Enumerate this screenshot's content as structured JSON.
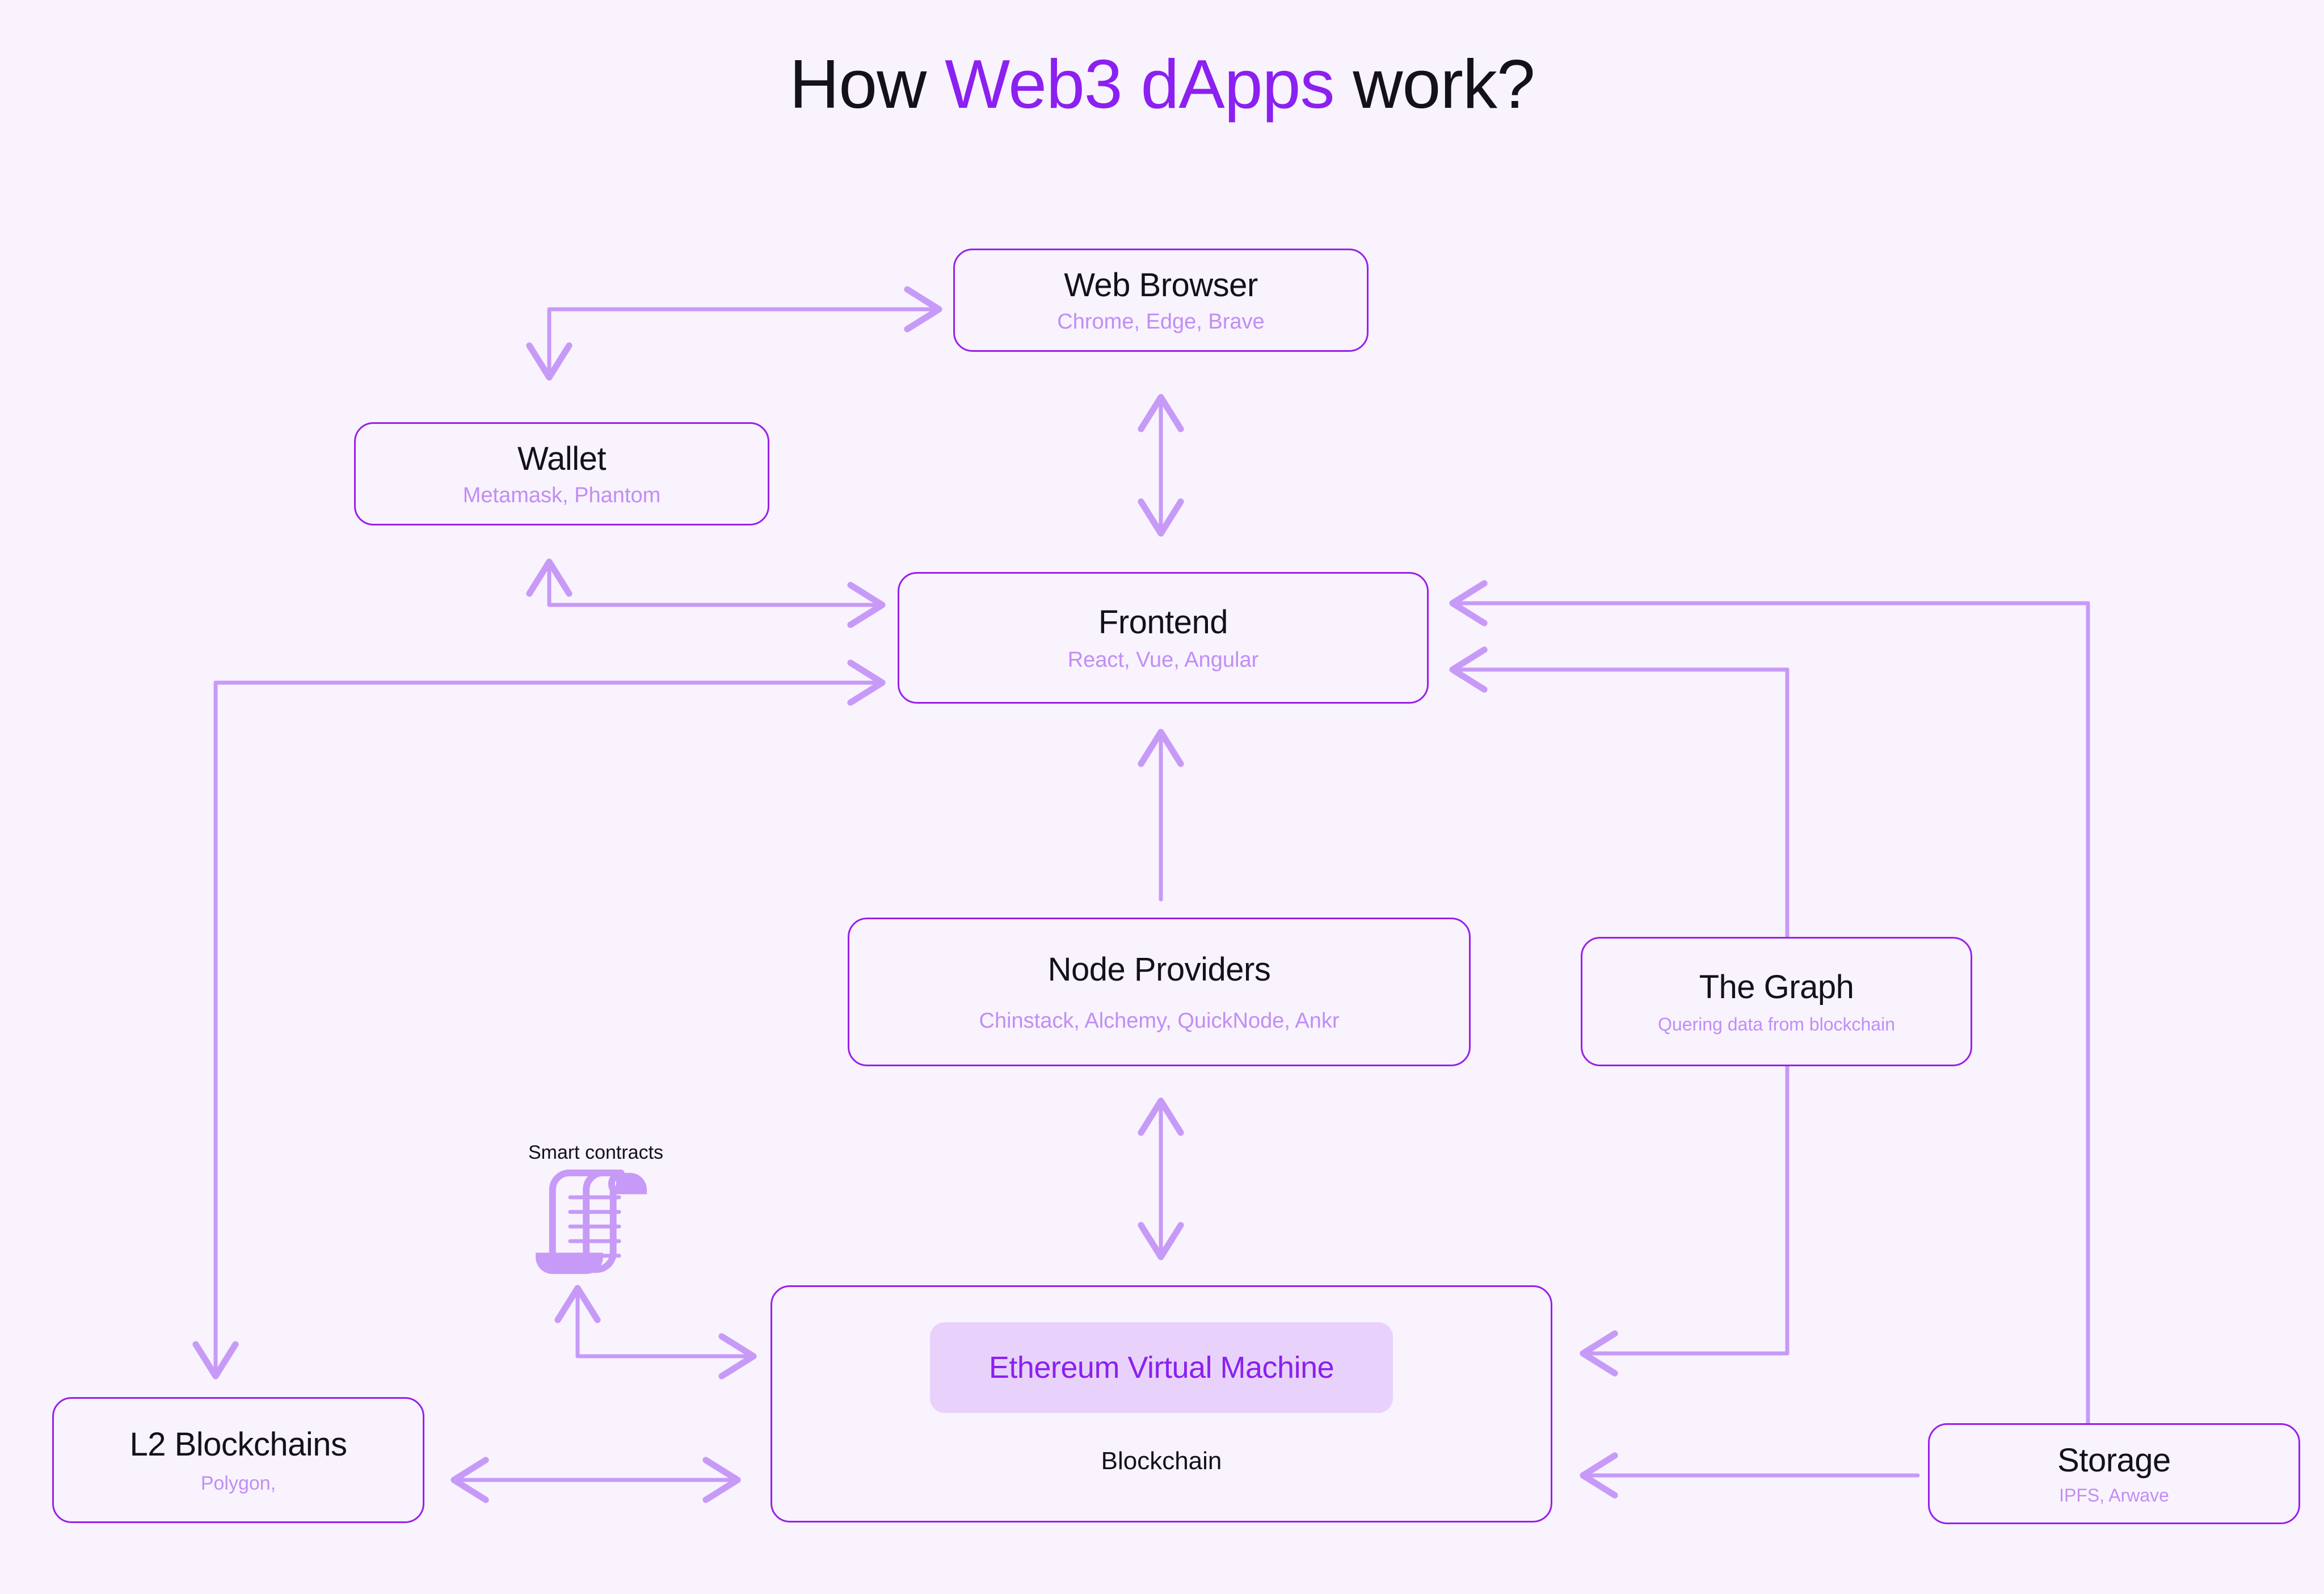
{
  "title": {
    "lead": "How ",
    "accent": "Web3 dApps",
    "tail": " work?"
  },
  "colors": {
    "background": "#f9f3fe",
    "accent": "#8b20f0",
    "box_border": "#9b1fe8",
    "connector": "#c79af7",
    "subtitle": "#c08ef5",
    "evm_fill": "#e8d2fb",
    "text": "#13111a"
  },
  "nodes": {
    "web_browser": {
      "title": "Web Browser",
      "subtitle": "Chrome, Edge, Brave"
    },
    "wallet": {
      "title": "Wallet",
      "subtitle": "Metamask, Phantom"
    },
    "frontend": {
      "title": "Frontend",
      "subtitle": "React, Vue, Angular"
    },
    "node_providers": {
      "title": "Node Providers",
      "subtitle": "Chinstack, Alchemy, QuickNode, Ankr"
    },
    "the_graph": {
      "title": "The Graph",
      "subtitle": "Quering data from blockchain"
    },
    "blockchain": {
      "title": "Ethereum Virtual Machine",
      "label": "Blockchain"
    },
    "l2": {
      "title": "L2 Blockchains",
      "subtitle": "Polygon,"
    },
    "storage": {
      "title": "Storage",
      "subtitle": "IPFS, Arwave"
    }
  },
  "smart_contracts": {
    "label": "Smart contracts",
    "icon": "scroll-document-icon"
  },
  "connectors": [
    {
      "name": "browser-to-wallet",
      "from": "web_browser",
      "to": "wallet",
      "style": "elbow",
      "heads": "both"
    },
    {
      "name": "browser-frontend",
      "from": "web_browser",
      "to": "frontend",
      "style": "vertical",
      "heads": "both"
    },
    {
      "name": "wallet-frontend",
      "from": "wallet",
      "to": "frontend",
      "style": "elbow",
      "heads": "both"
    },
    {
      "name": "frontend-to-l2",
      "from": "frontend",
      "to": "l2",
      "style": "elbow",
      "heads": "end"
    },
    {
      "name": "node-providers-to-frontend",
      "from": "node_providers",
      "to": "frontend",
      "style": "vertical",
      "heads": "end"
    },
    {
      "name": "node-providers-blockchain",
      "from": "node_providers",
      "to": "blockchain",
      "style": "vertical",
      "heads": "both"
    },
    {
      "name": "the-graph-to-frontend",
      "from": "the_graph",
      "to": "frontend",
      "style": "elbow",
      "heads": "end"
    },
    {
      "name": "blockchain-to-the-graph",
      "from": "blockchain",
      "to": "the_graph",
      "style": "elbow",
      "heads": "end"
    },
    {
      "name": "storage-to-frontend",
      "from": "storage",
      "to": "frontend",
      "style": "elbow",
      "heads": "end"
    },
    {
      "name": "storage-to-blockchain",
      "from": "storage",
      "to": "blockchain",
      "style": "horizontal",
      "heads": "end"
    },
    {
      "name": "l2-blockchain",
      "from": "l2",
      "to": "blockchain",
      "style": "horizontal",
      "heads": "both"
    },
    {
      "name": "smart-contracts-to-blockchain",
      "from": "smart_contracts",
      "to": "blockchain",
      "style": "elbow",
      "heads": "both"
    }
  ]
}
